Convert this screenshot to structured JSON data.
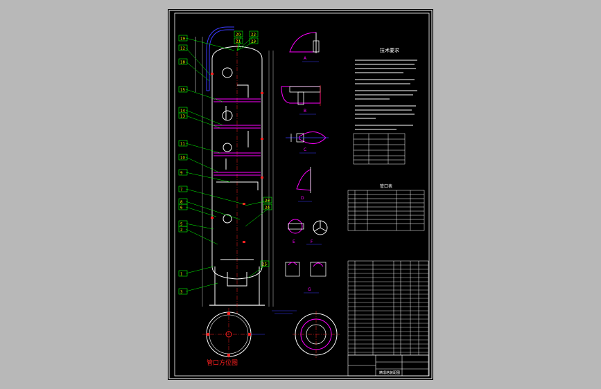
{
  "viewer": {
    "background": "#b8b8b8",
    "sheet_color": "#000000"
  },
  "colors": {
    "frame": "#ffffff",
    "outline": "#ffffff",
    "accent_blue": "#3b3bff",
    "accent_magenta": "#ff00ff",
    "accent_red": "#ff2020",
    "label_green": "#00ff00",
    "label_yellow": "#ffff00"
  },
  "balloons": {
    "left_column": [
      "19",
      "12",
      "18",
      "15",
      "14",
      "13",
      "11",
      "10",
      "9",
      "7",
      "8",
      "6",
      "5",
      "2",
      "1",
      "3"
    ],
    "top": [
      "20",
      "21",
      "22",
      "23"
    ],
    "right": [
      "23",
      "24",
      "25"
    ]
  },
  "views": {
    "plan_label": "管口方位图",
    "detail_a": "A",
    "detail_b": "B",
    "detail_c": "C",
    "detail_d": "D",
    "detail_e": "E",
    "detail_f": "F",
    "detail_g": "G"
  },
  "tech_requirements": {
    "heading": "技术要求"
  },
  "nozzle_table": {
    "heading": "管口表"
  },
  "title_block": {
    "drawing_title": "精馏塔装配图"
  }
}
